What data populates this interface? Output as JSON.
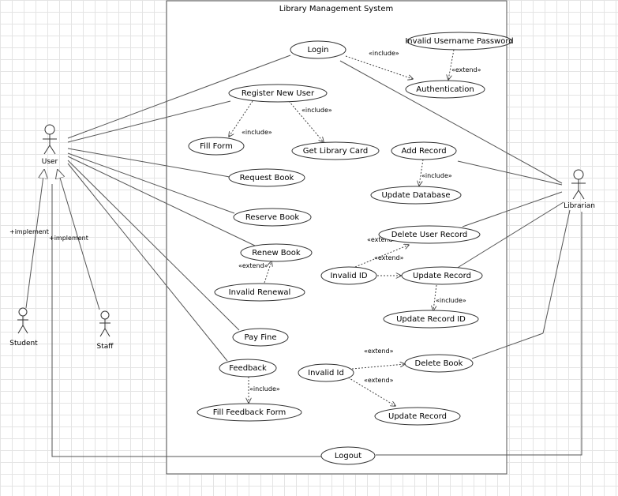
{
  "system": {
    "title": "Library Management System"
  },
  "actors": {
    "user": "User",
    "student": "Student",
    "staff": "Staff",
    "librarian": "Librarian"
  },
  "use_cases": {
    "login": "Login",
    "invalid_username_password": "Invalid Username Password",
    "authentication": "Authentication",
    "register_new_user": "Register New User",
    "fill_form": "Fill Form",
    "get_library_card": "Get Library Card",
    "add_record": "Add Record",
    "update_database": "Update Database",
    "request_book": "Request Book",
    "reserve_book": "Reserve Book",
    "delete_user_record": "Delete User Record",
    "renew_book": "Renew Book",
    "invalid_id": "Invalid ID",
    "update_record_1": "Update Record",
    "invalid_renewal": "Invalid Renewal",
    "update_record_id": "Update Record ID",
    "pay_fine": "Pay Fine",
    "feedback": "Feedback",
    "invalid_id_2": "Invalid Id",
    "delete_book": "Delete Book",
    "fill_feedback_form": "Fill Feedback Form",
    "update_record_2": "Update Record",
    "logout": "Logout"
  },
  "stereotypes": {
    "include": "«include»",
    "extend": "«extend»",
    "implement": "+implement"
  }
}
